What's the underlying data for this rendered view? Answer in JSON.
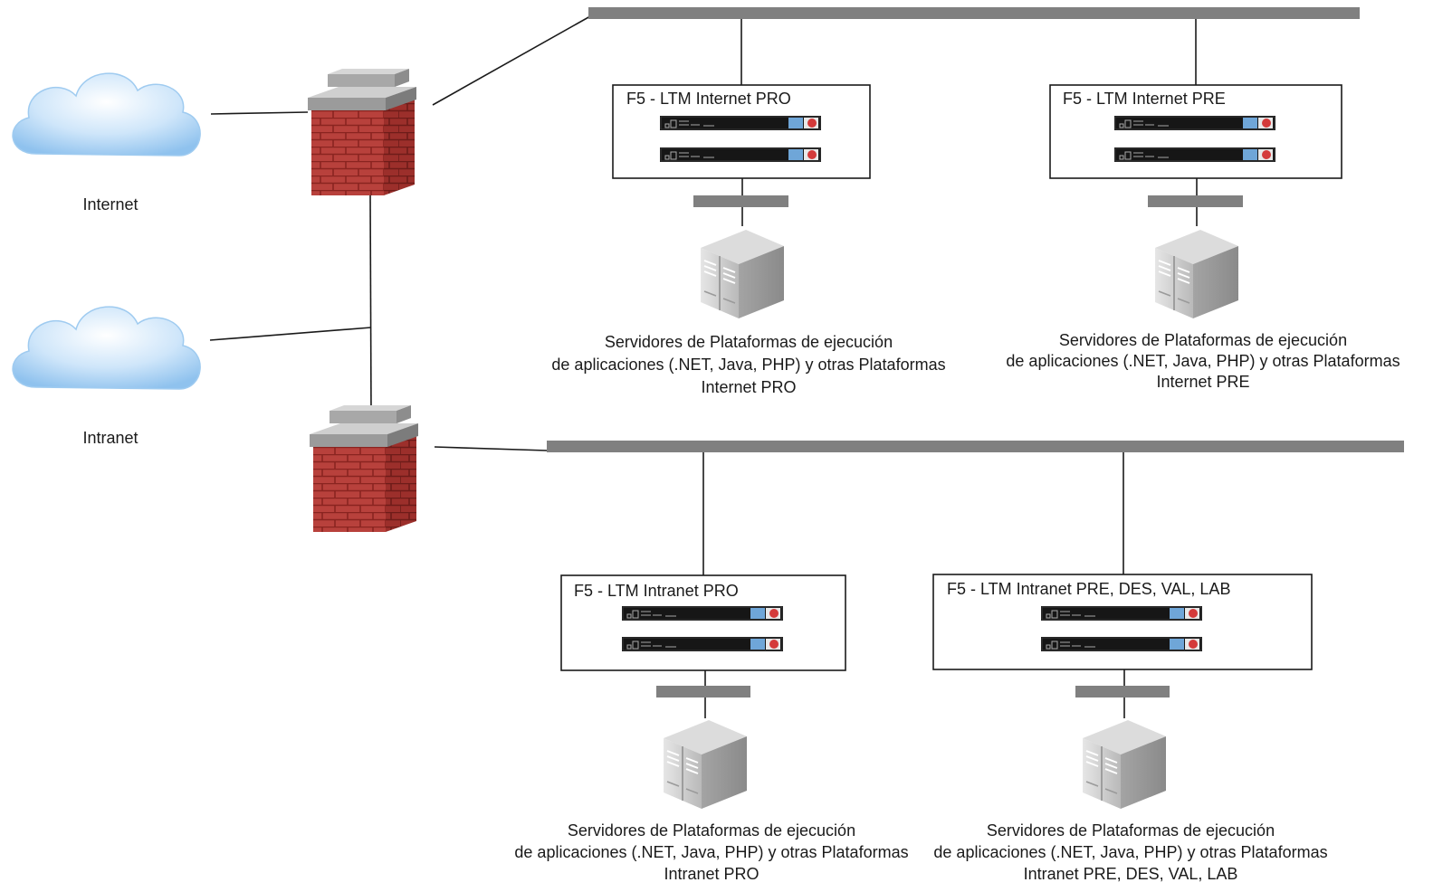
{
  "networks": {
    "internet_label": "Internet",
    "intranet_label": "Intranet"
  },
  "balancers": [
    {
      "title": "F5 - LTM Internet PRO"
    },
    {
      "title": "F5 - LTM Internet PRE"
    },
    {
      "title": "F5 - LTM Intranet PRO"
    },
    {
      "title": "F5 - LTM Intranet PRE, DES, VAL, LAB"
    }
  ],
  "server_groups": [
    {
      "lines": [
        "Servidores de Plataformas de ejecución",
        "de aplicaciones (.NET, Java, PHP) y otras Plataformas",
        "Internet PRO"
      ]
    },
    {
      "lines": [
        "Servidores de Plataformas de ejecución",
        "de aplicaciones (.NET, Java, PHP) y otras Plataformas",
        "Internet PRE"
      ]
    },
    {
      "lines": [
        "Servidores de Plataformas de ejecución",
        "de aplicaciones (.NET, Java, PHP) y otras Plataformas",
        "Intranet PRO"
      ]
    },
    {
      "lines": [
        "Servidores de Plataformas de ejecución",
        "de aplicaciones (.NET, Java, PHP) y otras Plataformas",
        "Intranet PRE, DES, VAL, LAB"
      ]
    }
  ],
  "colors": {
    "bus": "#808080",
    "line": "#1a1a1a",
    "cloud": "#b9dcf7",
    "brick": "#b23a36",
    "cap": "#9a9a9a",
    "device": "#1b1b1b",
    "server": "#b8b8b8"
  }
}
